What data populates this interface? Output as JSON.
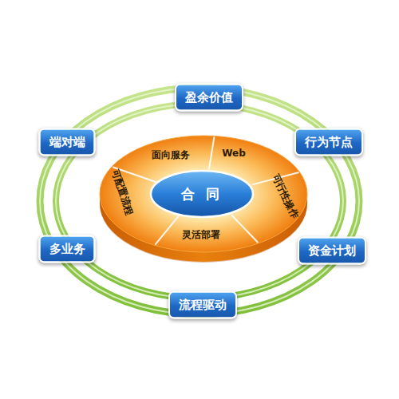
{
  "diagram": {
    "nodes": [
      {
        "text": [
          "盈余价值"
        ]
      },
      {
        "text": [
          "端对端"
        ]
      },
      {
        "text": [
          "行为节点"
        ]
      },
      {
        "text": [
          "合 同"
        ]
      },
      {
        "text": [
          "多业务"
        ]
      },
      {
        "text": [
          "资金计划"
        ]
      },
      {
        "text": [
          "流程驱动"
        ]
      }
    ],
    "labels": [
      "面向服务",
      "Web",
      "可配置流程",
      "可行性操作",
      "灵活部署"
    ]
  }
}
